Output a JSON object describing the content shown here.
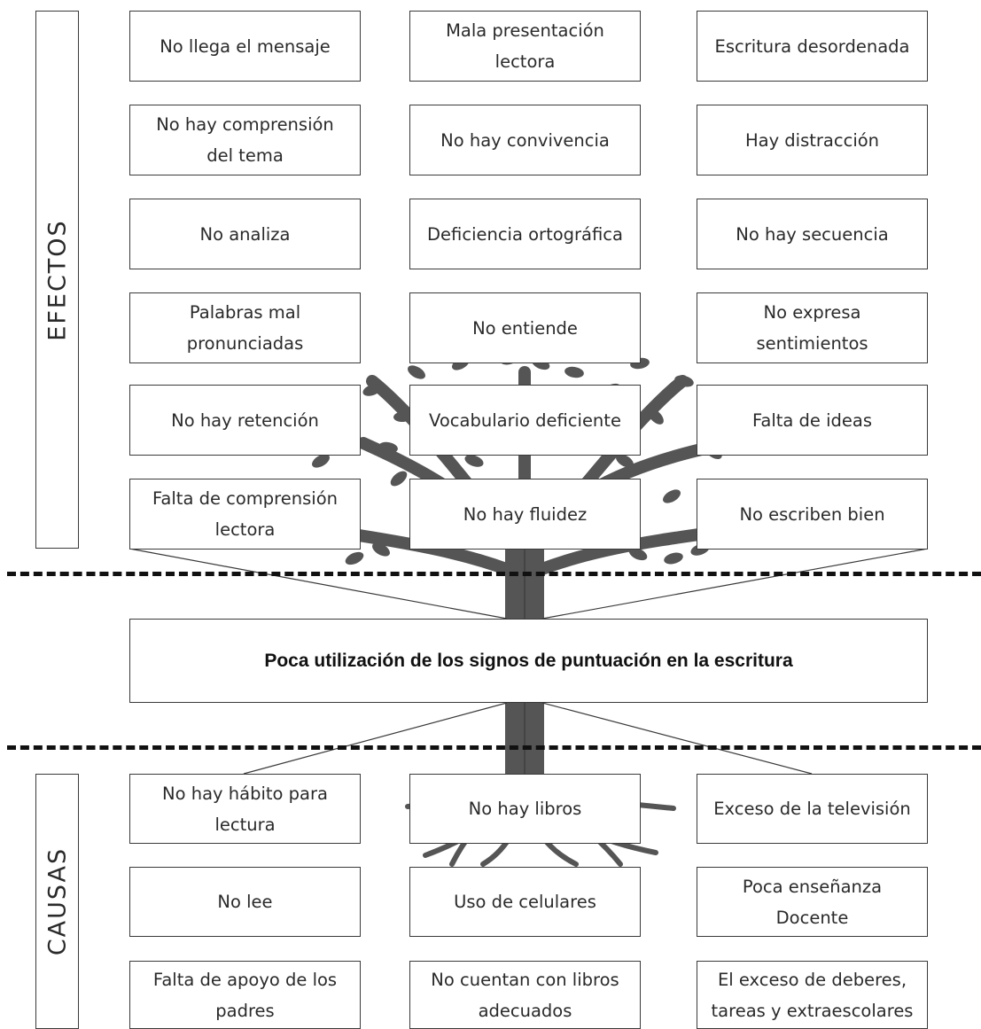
{
  "labels": {
    "effects": "EFECTOS",
    "causes": "CAUSAS"
  },
  "problem": "Poca utilización de los signos de puntuación en la escritura",
  "effects": [
    [
      "No llega el mensaje",
      "Mala presentación\nlectora",
      "Escritura desordenada"
    ],
    [
      "No hay comprensión\ndel tema",
      "No hay convivencia",
      "Hay distracción"
    ],
    [
      "No analiza",
      "Deficiencia ortográfica",
      "No hay secuencia"
    ],
    [
      "Palabras mal\npronunciadas",
      "No entiende",
      "No expresa\nsentimientos"
    ],
    [
      "No hay retención",
      "Vocabulario deficiente",
      "Falta de ideas"
    ],
    [
      "Falta de comprensión\nlectora",
      "No hay fluidez",
      "No escriben bien"
    ]
  ],
  "causes": [
    [
      "No hay hábito para\nlectura",
      "No hay libros",
      "Exceso de la televisión"
    ],
    [
      "No lee",
      "Uso de celulares",
      "Poca enseñanza\nDocente"
    ],
    [
      "Falta de apoyo de los\npadres",
      "No cuentan con libros\nadecuados",
      "El exceso de deberes,\ntareas y extraescolares"
    ]
  ],
  "colors": {
    "tree": "#555555",
    "border": "#3a3a3a",
    "dash": "#111111"
  }
}
